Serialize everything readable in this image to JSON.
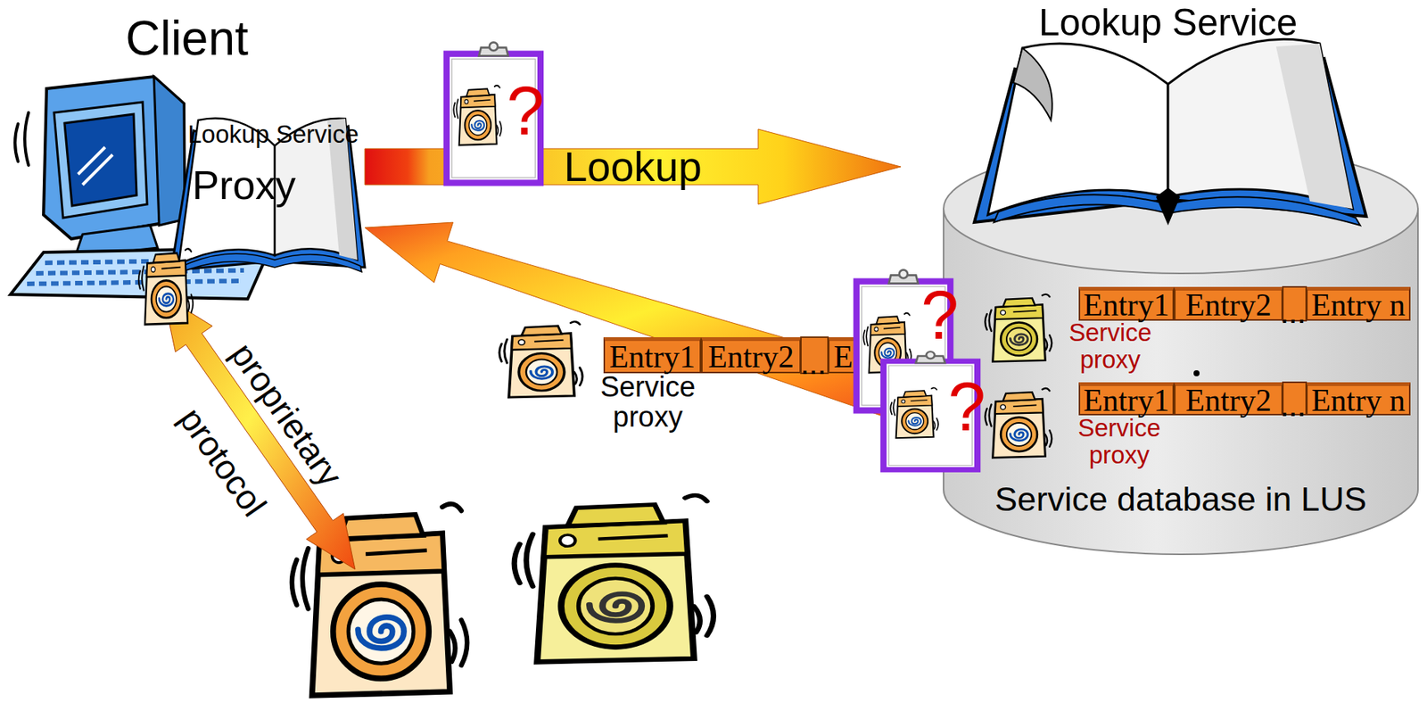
{
  "diagram": {
    "nodes": [
      {
        "text": [
          "Client"
        ]
      },
      {
        "text": [
          "Lookup Service",
          "Proxy"
        ],
        "in": 0
      },
      {
        "text": [
          "Lookup Service"
        ]
      },
      {
        "text": [
          "Service database in LUS"
        ],
        "in": 2
      },
      {
        "text": [
          "Entry1"
        ],
        "in": 3
      },
      {
        "text": [
          "Entry2"
        ],
        "in": 3
      },
      {
        "text": [
          "Entry n"
        ],
        "in": 3
      },
      {
        "text": [
          "Entry1"
        ],
        "in": 3
      },
      {
        "text": [
          "Entry2"
        ],
        "in": 3
      },
      {
        "text": [
          "Entry n"
        ],
        "in": 3
      },
      {
        "text": [
          "Entry1"
        ]
      },
      {
        "text": [
          "Entry2"
        ]
      },
      {
        "text": [
          "Entry n"
        ]
      }
    ],
    "edges": [
      {
        "from": 1,
        "to": 2,
        "label": "Lookup",
        "arrow": "to"
      },
      {
        "from": 3,
        "to": 1,
        "arrow": "to"
      }
    ],
    "labels": [
      "?",
      "?",
      "?",
      "Service proxy",
      "...",
      "Service proxy",
      "...",
      "Service proxy",
      "...",
      "proprietary",
      "protocol"
    ]
  }
}
